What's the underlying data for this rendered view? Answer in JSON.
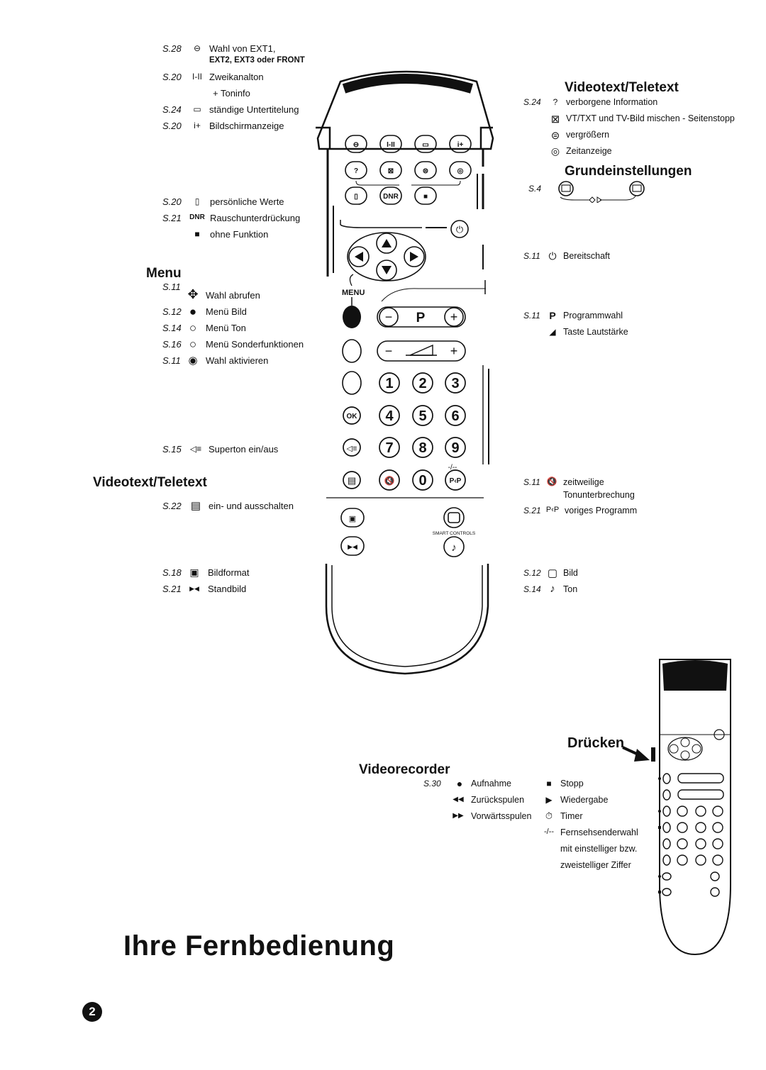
{
  "left_top": {
    "items": [
      {
        "page": "S.28",
        "icon": "⊖",
        "text": "Wahl von EXT1,",
        "text2": "EXT2, EXT3 oder FRONT"
      },
      {
        "page": "S.20",
        "icon": "I-II",
        "text": "Zweikanalton",
        "text2": "+ Toninfo"
      },
      {
        "page": "S.24",
        "icon": "▭",
        "text": "ständige Untertitelung"
      },
      {
        "page": "S.20",
        "icon": "i+",
        "text": "Bildschirmanzeige"
      }
    ]
  },
  "left_mid": {
    "items": [
      {
        "page": "S.20",
        "icon": "▯",
        "text": "persönliche Werte"
      },
      {
        "page": "S.21",
        "icon": "DNR",
        "text": "Rauschunterdrückung"
      },
      {
        "page": "",
        "icon": "■",
        "text": "ohne Funktion"
      }
    ]
  },
  "menu": {
    "title": "Menu",
    "items": [
      {
        "page": "S.11",
        "icon": "✥",
        "text": "Wahl abrufen"
      },
      {
        "page": "S.12",
        "icon": "●",
        "text": "Menü Bild"
      },
      {
        "page": "S.14",
        "icon": "○",
        "text": "Menü Ton"
      },
      {
        "page": "S.16",
        "icon": "○",
        "text": "Menü Sonderfunktionen"
      },
      {
        "page": "S.11",
        "icon": "◉",
        "text": "Wahl aktivieren"
      }
    ]
  },
  "superton": {
    "page": "S.15",
    "icon": "◁≡",
    "text": "Superton ein/aus"
  },
  "videotext_left": {
    "title": "Videotext/Teletext",
    "item": {
      "page": "S.22",
      "icon": "▤",
      "text": "ein- und ausschalten"
    }
  },
  "left_bottom": {
    "items": [
      {
        "page": "S.18",
        "icon": "▣",
        "text": "Bildformat"
      },
      {
        "page": "S.21",
        "icon": "▶◀",
        "text": "Standbild"
      }
    ]
  },
  "videotext_right": {
    "title": "Videotext/Teletext",
    "items": [
      {
        "page": "S.24",
        "icon": "?",
        "text": "verborgene Information"
      },
      {
        "page": "",
        "icon": "⊠",
        "text": "VT/TXT und TV-Bild mischen - Seitenstopp"
      },
      {
        "page": "",
        "icon": "⊜",
        "text": "vergrößern"
      },
      {
        "page": "",
        "icon": "◎",
        "text": "Zeitanzeige"
      }
    ]
  },
  "grundeinstellungen": {
    "title": "Grundeinstellungen",
    "page": "S.4"
  },
  "right_mid": {
    "items": [
      {
        "page": "S.11",
        "icon": "⏻",
        "text": "Bereitschaft"
      },
      {
        "page": "S.11",
        "icon": "P",
        "text": "Programmwahl"
      },
      {
        "page": "",
        "icon": "◢",
        "text": "Taste Lautstärke"
      },
      {
        "page": "S.11",
        "icon": "🔇",
        "text": "zeitweilige",
        "text2": "Tonunterbrechung"
      },
      {
        "page": "S.21",
        "icon": "P‹P",
        "text": "voriges Programm"
      },
      {
        "page": "S.12",
        "icon": "▢",
        "text": "Bild"
      },
      {
        "page": "S.14",
        "icon": "♪",
        "text": "Ton"
      }
    ]
  },
  "remote": {
    "menu_label": "MENU",
    "smart_label": "SMART CONTROLS",
    "p_label": "P",
    "digits": [
      "1",
      "2",
      "3",
      "4",
      "5",
      "6",
      "7",
      "8",
      "9",
      "0"
    ],
    "ok_label": "OK",
    "dnr_label": "DNR",
    "pp_label": "P‹P",
    "dash_label": "-/--"
  },
  "videorecorder": {
    "title": "Videorecorder",
    "page": "S.30",
    "left": [
      {
        "icon": "●",
        "text": "Aufnahme"
      },
      {
        "icon": "◀◀",
        "text": "Zurückspulen"
      },
      {
        "icon": "▶▶",
        "text": "Vorwärtsspulen"
      }
    ],
    "right": [
      {
        "icon": "■",
        "text": "Stopp"
      },
      {
        "icon": "▶",
        "text": "Wiedergabe"
      },
      {
        "icon": "⏱",
        "text": "Timer"
      },
      {
        "icon": "-/--",
        "text": "Fernsehsenderwahl"
      },
      {
        "icon": "",
        "text": "mit einstelliger bzw."
      },
      {
        "icon": "",
        "text": "zweistelliger Ziffer"
      }
    ]
  },
  "druecken": "Drücken",
  "page_title": "Ihre Fernbedienung",
  "page_number": "2"
}
